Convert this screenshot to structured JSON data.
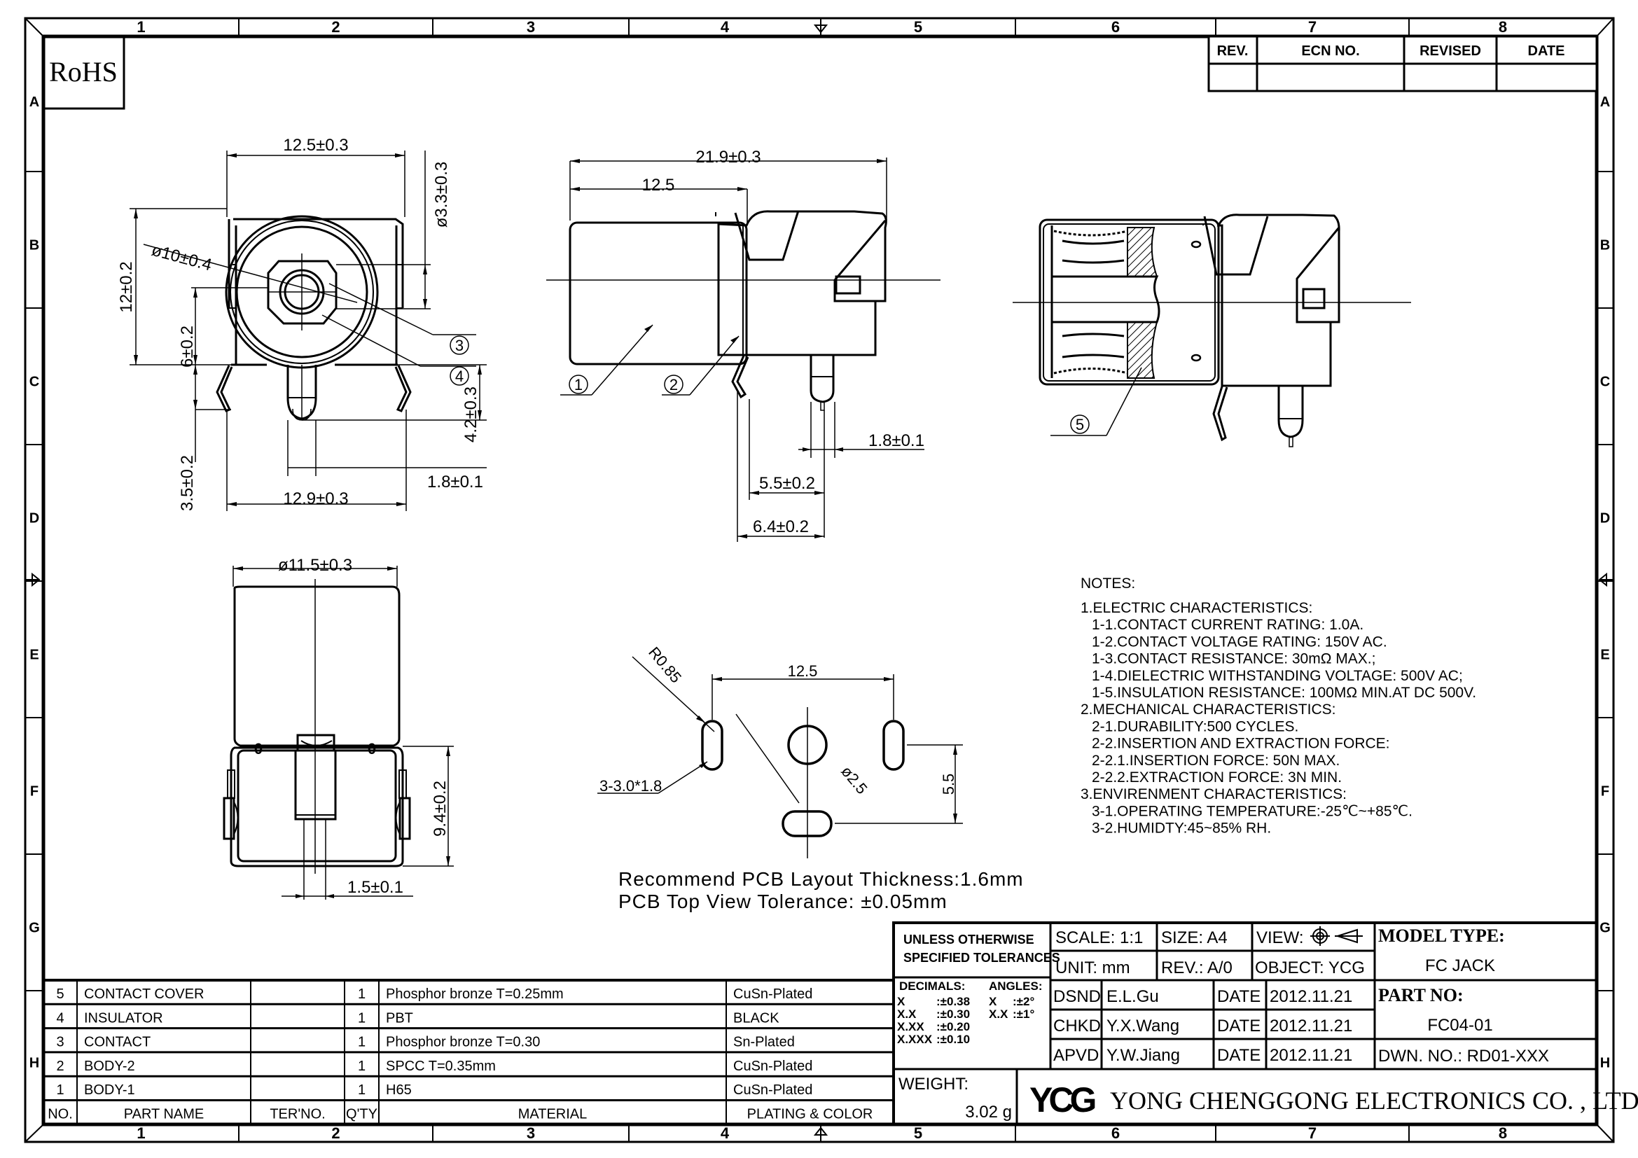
{
  "sheet": {
    "rohs_label": "RoHS",
    "columns": [
      "1",
      "2",
      "3",
      "4",
      "5",
      "6",
      "7",
      "8"
    ],
    "rows": [
      "A",
      "B",
      "C",
      "D",
      "E",
      "F",
      "G",
      "H"
    ]
  },
  "revision_table": {
    "headers": [
      "REV.",
      "ECN NO.",
      "REVISED",
      "DATE"
    ],
    "rows": [
      [
        "",
        "",
        "",
        ""
      ]
    ]
  },
  "front_view": {
    "dim_width_top": "12.5±0.3",
    "dim_height": "12±0.2",
    "dim_diameter_outer": "ø10±0.4",
    "dim_diameter_pin": "ø3.3±0.3",
    "dim_center_height": "6±0.2",
    "dim_pin_length": "4.2±0.3",
    "dim_leg_length": "3.5±0.2",
    "dim_width_bottom": "12.9±0.3",
    "dim_pin_width": "1.8±0.1",
    "callouts": [
      "3",
      "4"
    ]
  },
  "side_view": {
    "dim_total_length": "21.9±0.3",
    "dim_cover_length": "12.5",
    "dim_pin_width": "1.8±0.1",
    "dim_pin_offset_1": "5.5±0.2",
    "dim_pin_offset_2": "6.4±0.2",
    "callouts": [
      "1",
      "2"
    ]
  },
  "section_view": {
    "callouts": [
      "5"
    ]
  },
  "bottom_view": {
    "dim_diameter": "ø11.5±0.3",
    "dim_height": "9.4±0.2",
    "dim_pin_width": "1.5±0.1",
    "marks": [
      "0",
      "0"
    ]
  },
  "pcb_layout": {
    "dim_radius": "R0.85",
    "dim_spacing": "12.5",
    "dim_slot": "3-3.0*1.8",
    "dim_hole": "ø2.5",
    "dim_vertical": "5.5",
    "caption_line1": "Recommend PCB Layout Thickness:1.6mm",
    "caption_line2": "PCB Top View Tolerance: ±0.05mm"
  },
  "notes": {
    "title": "NOTES:",
    "lines": [
      "1.ELECTRIC  CHARACTERISTICS:",
      "  1-1.CONTACT  CURRENT  RATING:  1.0A.",
      "  1-2.CONTACT  VOLTAGE  RATING:  150V  AC.",
      "  1-3.CONTACT  RESISTANCE:  30mΩ  MAX.;",
      "  1-4.DIELECTRIC  WITHSTANDING  VOLTAGE:  500V  AC;",
      "  1-5.INSULATION  RESISTANCE:  100MΩ  MIN.AT  DC  500V.",
      "2.MECHANICAL  CHARACTERISTICS:",
      "  2-1.DURABILITY:500  CYCLES.",
      "  2-2.INSERTION  AND  EXTRACTION  FORCE:",
      "  2-2.1.INSERTION  FORCE:  50N  MAX.",
      "  2-2.2.EXTRACTION  FORCE:  3N  MIN.",
      "3.ENVIRENMENT  CHARACTERISTICS:",
      "  3-1.OPERATING  TEMPERATURE:-25℃~+85℃.",
      "  3-2.HUMIDTY:45~85%  RH."
    ]
  },
  "bom": {
    "headers": [
      "NO.",
      "PART NAME",
      "TER'NO.",
      "Q'TY",
      "MATERIAL",
      "PLATING & COLOR"
    ],
    "rows": [
      [
        "5",
        "CONTACT  COVER",
        "",
        "1",
        "Phosphor  bronze  T=0.25mm",
        "CuSn-Plated"
      ],
      [
        "4",
        "INSULATOR",
        "",
        "1",
        "PBT",
        "BLACK"
      ],
      [
        "3",
        "CONTACT",
        "",
        "1",
        "Phosphor  bronze  T=0.30",
        "Sn-Plated"
      ],
      [
        "2",
        "BODY-2",
        "",
        "1",
        "SPCC  T=0.35mm",
        "CuSn-Plated"
      ],
      [
        "1",
        "BODY-1",
        "",
        "1",
        "H65",
        "CuSn-Plated"
      ]
    ]
  },
  "title_block": {
    "tolerance_header_1": "UNLESS  OTHERWISE",
    "tolerance_header_2": "SPECIFIED  TOLERANCES",
    "decimals_label": "DECIMALS:",
    "angles_label": "ANGLES:",
    "decimals": [
      {
        "fmt": "X",
        "tol": ":±0.38"
      },
      {
        "fmt": "X.X",
        "tol": ":±0.30"
      },
      {
        "fmt": "X.XX",
        "tol": ":±0.20"
      },
      {
        "fmt": "X.XXX",
        "tol": ":±0.10"
      }
    ],
    "angles": [
      {
        "fmt": "X",
        "tol": ":±2°"
      },
      {
        "fmt": "X.X",
        "tol": ":±1°"
      }
    ],
    "scale": "SCALE:  1:1",
    "size": "SIZE:  A4",
    "view": "VIEW:",
    "unit": "UNIT:  mm",
    "rev": "REV.:  A/0",
    "object": "OBJECT:  YCG",
    "model_type_label": "MODEL  TYPE:",
    "model_type": "FC  JACK",
    "part_no_label": "PART  NO:",
    "part_no": "FC04-01",
    "dwn_no": "DWN.  NO.:  RD01-XXX",
    "signoffs": [
      {
        "role": "DSND",
        "name": "E.L.Gu",
        "date_label": "DATE",
        "date": "2012.11.21"
      },
      {
        "role": "CHKD",
        "name": "Y.X.Wang",
        "date_label": "DATE",
        "date": "2012.11.21"
      },
      {
        "role": "APVD",
        "name": "Y.W.Jiang",
        "date_label": "DATE",
        "date": "2012.11.21"
      }
    ],
    "weight_label": "WEIGHT:",
    "weight": "3.02  g",
    "logo": "YCG",
    "company": "YONG  CHENGGONG  ELECTRONICS  CO. , LTD."
  }
}
